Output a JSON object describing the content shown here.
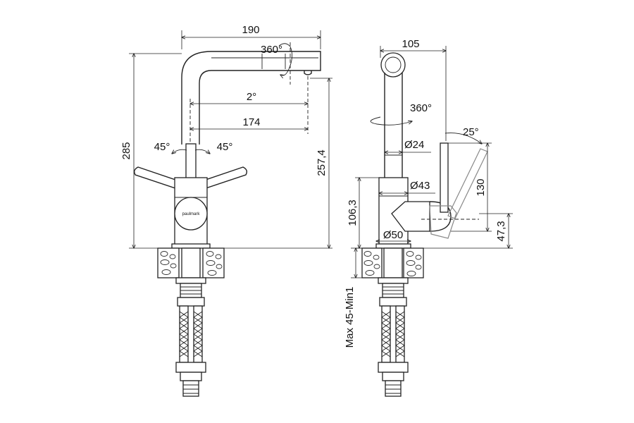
{
  "side_view": {
    "width_190": "190",
    "rotation_360": "360°",
    "angle_2": "2°",
    "reach_174": "174",
    "height_285": "285",
    "height_257_4": "257,4",
    "lever_left_45": "45°",
    "lever_right_45": "45°",
    "brand_mark": "paulmark"
  },
  "front_view": {
    "width_105": "105",
    "rotation_360": "360°",
    "lever_angle_25": "25°",
    "diameter_24": "Ø24",
    "diameter_43": "Ø43",
    "diameter_50": "Ø50",
    "height_106_3": "106,3",
    "lever_height_130": "130",
    "lever_pivot_47_3": "47,3",
    "mount_thickness": "Max 45-Min1"
  },
  "colors": {
    "line": "#222222",
    "ghost_lever": "#888888",
    "background": "#ffffff"
  }
}
